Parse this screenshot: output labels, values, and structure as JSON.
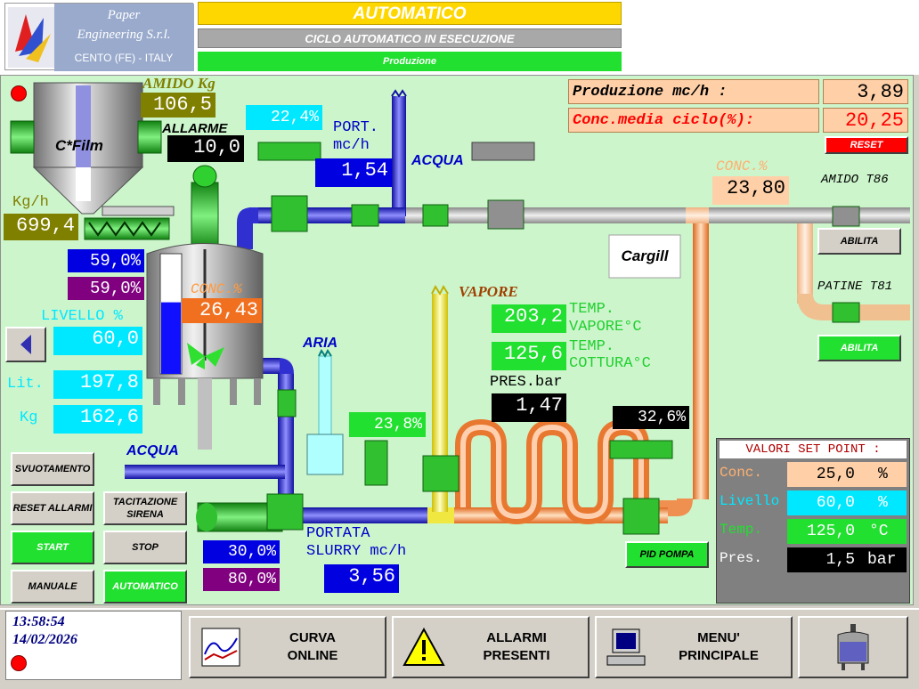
{
  "logo": {
    "line1": "Paper",
    "line2": "Engineering S.r.l.",
    "line3": "CENTO (FE) - ITALY"
  },
  "header": {
    "mode": "AUTOMATICO",
    "status": "CICLO AUTOMATICO IN ESECUZIONE",
    "phase": "Produzione"
  },
  "summary": {
    "production_label": "Produzione mc/h :",
    "production_value": "3,89",
    "conc_label": "Conc.media ciclo(%):",
    "conc_value": "20,25",
    "reset_label": "RESET"
  },
  "hopper": {
    "title_label": "AMIDO Kg",
    "weight_value": "106,5",
    "alarm_label": "ALLARME",
    "alarm_value": "10,0",
    "name": "C*Film",
    "flow_label": "Kg/h",
    "flow_value": "699,4",
    "screw_pct_1": "59,0%",
    "screw_pct_2": "59,0%"
  },
  "tank": {
    "conc_label": "CONC.%",
    "conc_value": "26,43",
    "level_label": "LIVELLO %",
    "level_value": "60,0",
    "lit_label": "Lit.",
    "lit_value": "197,8",
    "kg_label": "Kg",
    "kg_value": "162,6",
    "level_fraction": 0.6
  },
  "water_line": {
    "valve_pct": "22,4%",
    "port_label1": "PORT.",
    "port_label2": "mc/h",
    "port_value": "1,54",
    "acqua_label": "ACQUA"
  },
  "starch_line": {
    "conc_label": "CONC.%",
    "conc_value": "23,80",
    "amido_label": "AMIDO T86",
    "abilita1": "ABILITA",
    "patine_label": "PATINE T81",
    "abilita2": "ABILITA"
  },
  "brand": "Cargill",
  "steam": {
    "vapore_label": "VAPORE",
    "temp_vapore_value": "203,2",
    "temp_vapore_label1": "TEMP.",
    "temp_vapore_label2": "VAPORE°C",
    "temp_cottura_value": "125,6",
    "temp_cottura_label1": "TEMP.",
    "temp_cottura_label2": "COTTURA°C",
    "pres_label": "PRES.bar",
    "pres_value": "1,47",
    "steam_valve_pct": "23,8%",
    "pump_valve_pct": "32,6%",
    "pid_label": "PID POMPA"
  },
  "air": {
    "aria_label": "ARIA"
  },
  "bottom_water": {
    "acqua_label": "ACQUA"
  },
  "slurry": {
    "pct1": "30,0%",
    "pct2": "80,0%",
    "portata_label1": "PORTATA",
    "portata_label2": "SLURRY mc/h",
    "portata_value": "3,56"
  },
  "controls": {
    "svuotamento": "SVUOTAMENTO",
    "reset_allarmi": "RESET ALLARMI",
    "tacitazione": "TACITAZIONE SIRENA",
    "start": "START",
    "stop": "STOP",
    "manuale": "MANUALE",
    "automatico": "AUTOMATICO"
  },
  "setpoint": {
    "title": "VALORI SET POINT :",
    "conc_label": "Conc.",
    "conc_value": "25,0",
    "conc_unit": "%",
    "livello_label": "Livello",
    "livello_value": "60,0",
    "livello_unit": "%",
    "temp_label": "Temp.",
    "temp_value": "125,0",
    "temp_unit": "°C",
    "pres_label": "Pres.",
    "pres_value": "1,5",
    "pres_unit": "bar"
  },
  "footer": {
    "time": "13:58:54",
    "date": "14/02/2026",
    "curva1": "CURVA",
    "curva2": "ONLINE",
    "allarmi1": "ALLARMI",
    "allarmi2": "PRESENTI",
    "menu1": "MENU'",
    "menu2": "PRINCIPALE"
  },
  "colors": {
    "background": "#ccf5cc",
    "water_pipe": "#3c3ce0",
    "slurry_pipe": "#ff9a50",
    "steam_pipe": "#f5f050",
    "pipe_grey": "#c8c8c8",
    "alarm_red": "#ff0000"
  }
}
